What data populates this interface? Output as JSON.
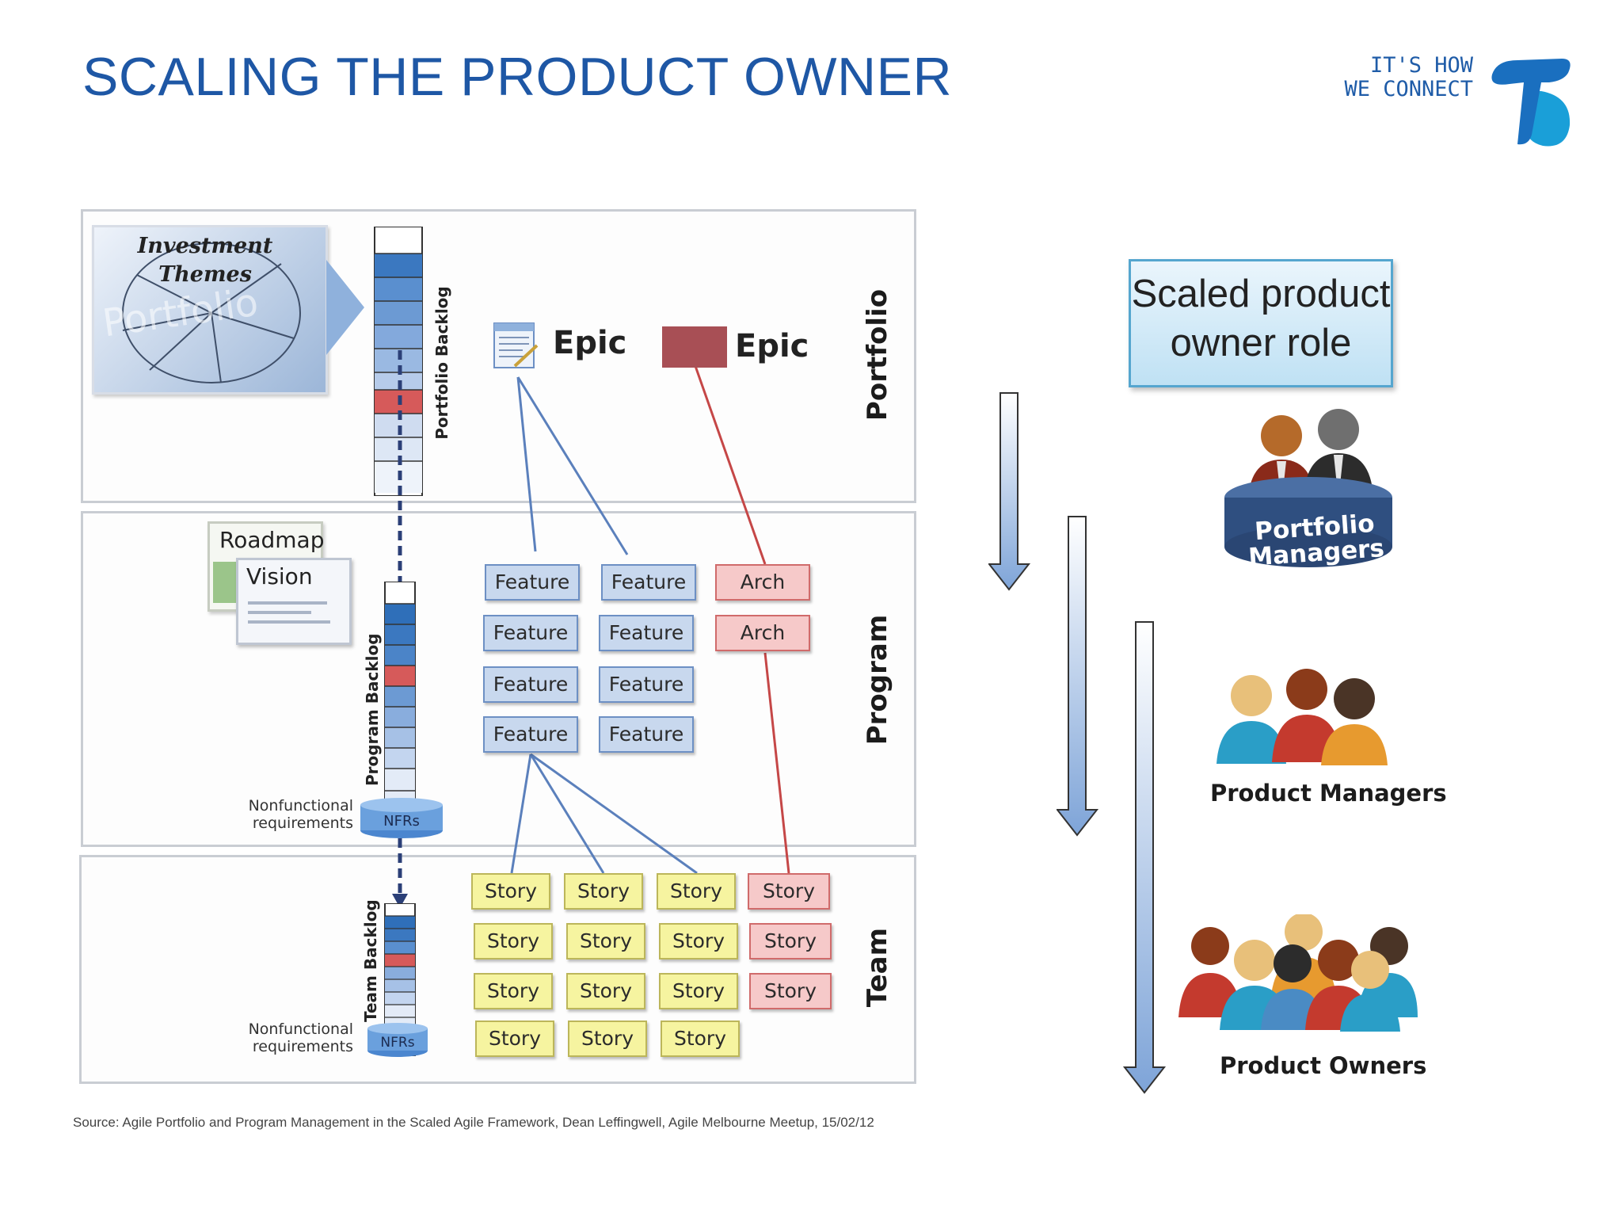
{
  "slide": {
    "title": "SCALING THE PRODUCT OWNER",
    "brand_tagline_1": "IT'S HOW",
    "brand_tagline_2": "WE CONNECT",
    "source": "Source:  Agile Portfolio and Program Management in the Scaled Agile Framework, Dean Leffingwell, Agile Melbourne Meetup, 15/02/12",
    "accent_color": "#1e57a5"
  },
  "diagram": {
    "investment_themes": "Investment Themes",
    "investment_watermark": "Portfolio",
    "levels": [
      "Portfolio",
      "Program",
      "Team"
    ],
    "portfolio_backlog": "Portfolio Backlog",
    "program_backlog": "Program Backlog",
    "team_backlog": "Team Backlog",
    "roadmap": "Roadmap",
    "vision": "Vision",
    "epic_1": "Epic",
    "epic_2": "Epic",
    "nfr_label": "Nonfunctional requirements",
    "nfr_short": "NFRs",
    "feature_label": "Feature",
    "arch_label": "Arch",
    "story_label": "Story",
    "features_left": [
      "Feature",
      "Feature",
      "Feature",
      "Feature"
    ],
    "features_right": [
      "Feature",
      "Feature",
      "Feature",
      "Feature"
    ],
    "arch_items": [
      "Arch",
      "Arch"
    ],
    "story_rows": [
      [
        "Story",
        "Story",
        "Story",
        "Story"
      ],
      [
        "Story",
        "Story",
        "Story",
        "Story"
      ],
      [
        "Story",
        "Story",
        "Story",
        "Story"
      ],
      [
        "Story",
        "Story",
        "Story"
      ]
    ]
  },
  "roles": {
    "box_line1": "Scaled product",
    "box_line2": "owner role",
    "portfolio_managers": "Portfolio Managers",
    "product_managers": "Product Managers",
    "product_owners": "Product Owners"
  }
}
